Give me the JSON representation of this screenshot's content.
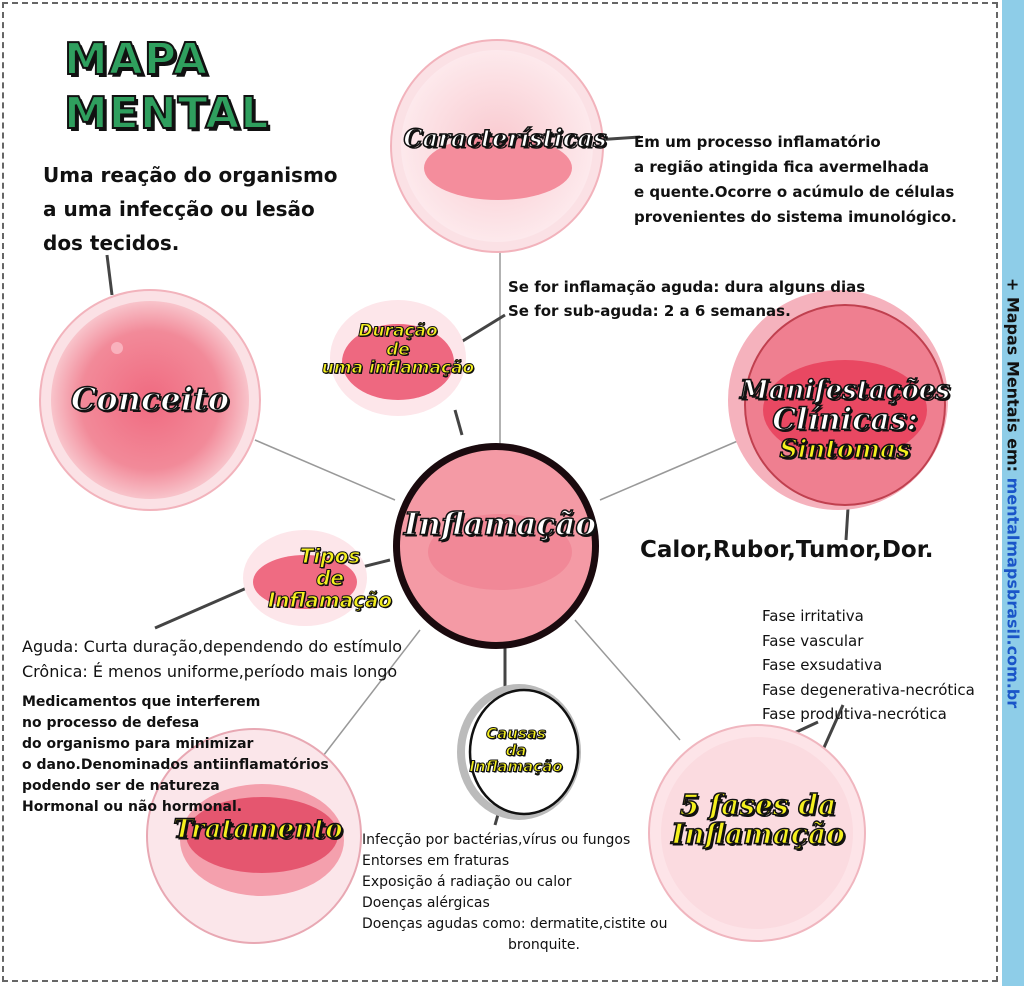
{
  "colors": {
    "sidebar": "#8ecde8",
    "title_green": "#2f9f5e",
    "node_pink": "#f0808e",
    "url_blue": "#1a55c8",
    "yellow_label": "#f5f01e"
  },
  "title": {
    "line1": "MAPA",
    "line2": "MENTAL"
  },
  "intro": [
    "Uma reação do organismo",
    "a uma infecção ou lesão",
    "dos tecidos."
  ],
  "sidebar": {
    "prefix": "+ Mapas Mentais em: ",
    "url": "mentalmapsbrasil.com.br"
  },
  "nodes": {
    "center": "Inflamação",
    "caracteristicas": "Características",
    "conceito": "Conceito",
    "manifestacoes": [
      "Manifestações",
      "Clínicas:",
      "Sintomas"
    ],
    "duracao": [
      "Duração",
      "de",
      "uma inflamação"
    ],
    "tipos": [
      "Tipos",
      "de",
      "Inflamação"
    ],
    "causas": [
      "Causas",
      "da",
      "Inflamação"
    ],
    "tratamento": "Tratamento",
    "fases": [
      "5 fases da",
      "Inflamação"
    ]
  },
  "texts": {
    "caracteristicas": [
      "Em um processo inflamatório",
      "a região atingida fica avermelhada",
      "e quente.Ocorre o acúmulo de células",
      "provenientes do sistema imunológico."
    ],
    "duracao": [
      "Se for inflamação aguda: dura alguns dias",
      "Se for sub-aguda: 2 a 6 semanas."
    ],
    "sintomas": "Calor,Rubor,Tumor,Dor.",
    "tipos": [
      "Aguda: Curta duração,dependendo do estímulo",
      "Crônica: É menos uniforme,período mais longo"
    ],
    "tratamento": [
      "Medicamentos que interferem",
      "no processo de defesa",
      "do organismo para minimizar",
      "o dano.Denominados antiinflamatórios",
      "podendo ser de natureza",
      "Hormonal ou não hormonal."
    ],
    "causas": [
      "Infecção por bactérias,vírus ou fungos",
      "Entorses em fraturas",
      "Exposição á radiação ou calor",
      "Doenças alérgicas",
      "Doenças agudas como: dermatite,cistite ou",
      "bronquite."
    ],
    "fases": [
      "Fase irritativa",
      "Fase vascular",
      "Fase exsudativa",
      "Fase degenerativa-necrótica",
      "Fase produtiva-necrótica"
    ]
  }
}
